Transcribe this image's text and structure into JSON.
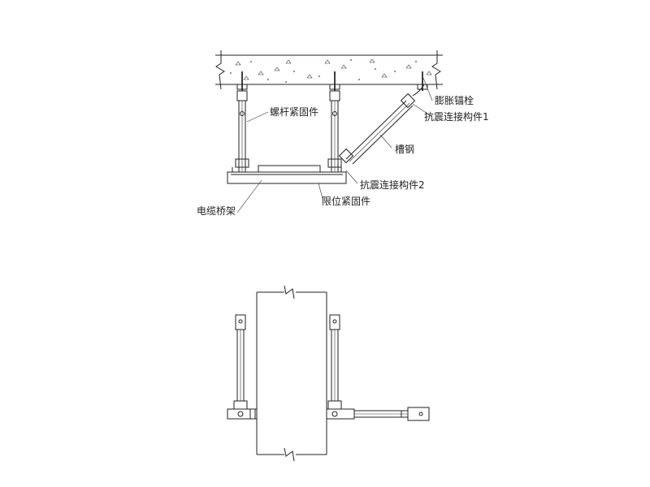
{
  "labels": {
    "expansion_anchor": "膨胀锚栓",
    "seismic_connector_1": "抗震连接构件1",
    "rod_fastener": "螺杆紧固件",
    "channel_steel": "槽钢",
    "seismic_connector_2": "抗震连接构件2",
    "cable_tray": "电缆桥架",
    "limit_fastener": "限位紧固件"
  }
}
